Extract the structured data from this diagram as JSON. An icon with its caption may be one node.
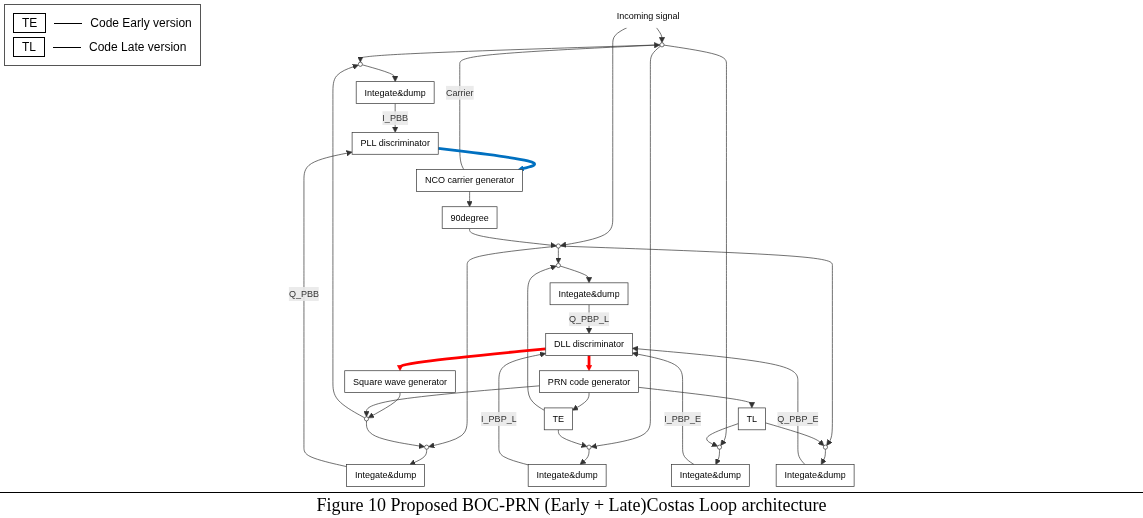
{
  "diagram": {
    "caption": "Figure 10 Proposed BOC-PRN (Early + Late)Costas Loop architecture",
    "nodes": [
      {
        "text": [
          "Incoming signal"
        ]
      },
      {
        "text": [
          "Integate&dump"
        ]
      },
      {
        "text": [],
        "shape": "circle"
      },
      {
        "text": [
          "Integate&dump"
        ]
      },
      {
        "text": [],
        "shape": "circle"
      },
      {
        "text": [],
        "shape": "circle"
      },
      {
        "text": [],
        "shape": "circle"
      },
      {
        "text": [
          "Integate&dump"
        ]
      },
      {
        "text": [
          "PLL discriminator"
        ]
      },
      {
        "text": [
          "TE"
        ]
      },
      {
        "text": [
          "Square wave generator"
        ]
      },
      {
        "text": [],
        "shape": "circle"
      },
      {
        "text": [
          "PRN code generator"
        ]
      },
      {
        "text": [
          "DLL discriminator"
        ]
      },
      {
        "text": [
          "TL"
        ]
      },
      {
        "text": [],
        "shape": "circle"
      },
      {
        "text": [],
        "shape": "circle"
      },
      {
        "text": [],
        "shape": "circle"
      },
      {
        "text": [
          "Integate&dump"
        ]
      },
      {
        "text": [],
        "shape": "circle"
      },
      {
        "text": [
          "Integate&dump"
        ]
      },
      {
        "text": [
          "Integate&dump"
        ]
      },
      {
        "text": [
          "90degree"
        ]
      },
      {
        "text": [
          "NCO carrier generator"
        ]
      }
    ],
    "edges": [
      {
        "from": 0,
        "to": 4,
        "arrow": "to"
      },
      {
        "from": 0,
        "to": 15,
        "arrow": "to"
      },
      {
        "from": 23,
        "to": 4,
        "arrow": "to",
        "label": "Carrier"
      },
      {
        "from": 23,
        "to": 22,
        "arrow": "to"
      },
      {
        "from": 22,
        "to": 15,
        "arrow": "to"
      },
      {
        "from": 4,
        "to": 5,
        "arrow": "to"
      },
      {
        "from": 4,
        "to": 6,
        "arrow": "to"
      },
      {
        "from": 4,
        "to": 2,
        "arrow": "to"
      },
      {
        "from": 15,
        "to": 16,
        "arrow": "to"
      },
      {
        "from": 15,
        "to": 17,
        "arrow": "to"
      },
      {
        "from": 15,
        "to": 19,
        "arrow": "to"
      },
      {
        "from": 10,
        "to": 11,
        "arrow": "to"
      },
      {
        "from": 12,
        "to": 11,
        "arrow": "to"
      },
      {
        "from": 11,
        "to": 5,
        "arrow": "to"
      },
      {
        "from": 11,
        "to": 16,
        "arrow": "to"
      },
      {
        "from": 12,
        "to": 9,
        "arrow": "to"
      },
      {
        "from": 12,
        "to": 14,
        "arrow": "to"
      },
      {
        "from": 9,
        "to": 6,
        "arrow": "to"
      },
      {
        "from": 9,
        "to": 17,
        "arrow": "to"
      },
      {
        "from": 14,
        "to": 2,
        "arrow": "to"
      },
      {
        "from": 14,
        "to": 19,
        "arrow": "to"
      },
      {
        "from": 5,
        "to": 1,
        "arrow": "to"
      },
      {
        "from": 2,
        "to": 3,
        "arrow": "to"
      },
      {
        "from": 6,
        "to": 7,
        "arrow": "to"
      },
      {
        "from": 17,
        "to": 18,
        "arrow": "to"
      },
      {
        "from": 19,
        "to": 20,
        "arrow": "to"
      },
      {
        "from": 16,
        "to": 21,
        "arrow": "to"
      },
      {
        "from": 1,
        "to": 8,
        "arrow": "to",
        "label": "I_PBB"
      },
      {
        "from": 3,
        "to": 13,
        "arrow": "to",
        "label": "I_PBP_E"
      },
      {
        "from": 7,
        "to": 13,
        "arrow": "to",
        "label": "I_PBP_L"
      },
      {
        "from": 18,
        "to": 13,
        "arrow": "to",
        "label": "Q_PBP_L"
      },
      {
        "from": 20,
        "to": 13,
        "arrow": "to",
        "label": "Q_PBP_E"
      },
      {
        "from": 21,
        "to": 8,
        "arrow": "to",
        "label": "Q_PBB"
      },
      {
        "from": 13,
        "to": 12,
        "arrow": "to",
        "style": "thick",
        "color": "#ff0000"
      },
      {
        "from": 13,
        "to": 10,
        "arrow": "to",
        "style": "thick",
        "color": "#ff0000"
      },
      {
        "from": 8,
        "to": 23,
        "arrow": "to",
        "style": "thick",
        "color": "#0070c0"
      }
    ],
    "labels": [
      "TE",
      "TL"
    ],
    "legend": [
      {
        "text": "Code Early version"
      },
      {
        "text": "Code Late version"
      }
    ]
  }
}
